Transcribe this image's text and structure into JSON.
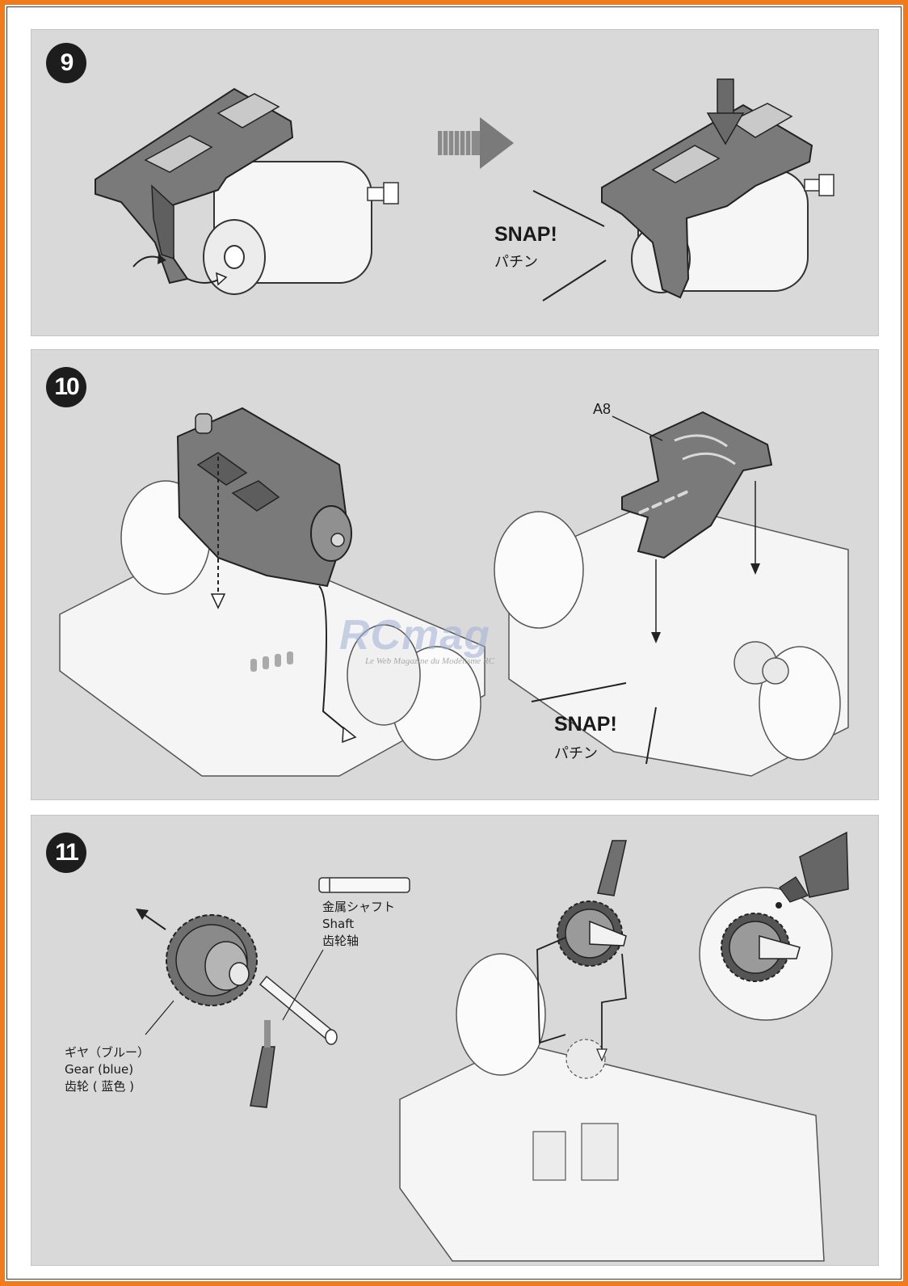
{
  "colors": {
    "page_border": "#f07a1e",
    "panel_bg": "#d9d9d9",
    "part_dark": "#6f6f6f",
    "part_light": "#f2f2f2",
    "watermark": "#9fb0d6"
  },
  "steps": [
    {
      "number": "9",
      "snap_en": "SNAP!",
      "snap_jp": "パチン"
    },
    {
      "number": "10",
      "part_code": "A8",
      "snap_en": "SNAP!",
      "snap_jp": "パチン"
    },
    {
      "number": "11",
      "shaft": {
        "jp": "金属シャフト",
        "en": "Shaft",
        "cn": "齿轮轴"
      },
      "gear": {
        "jp": "ギヤ（ブルー）",
        "en": "Gear (blue)",
        "cn": "齿轮 ( 蓝色 )"
      }
    }
  ],
  "watermark": {
    "brand": "RCmag",
    "tagline": "Le Web Magazine du Modélisme RC"
  }
}
